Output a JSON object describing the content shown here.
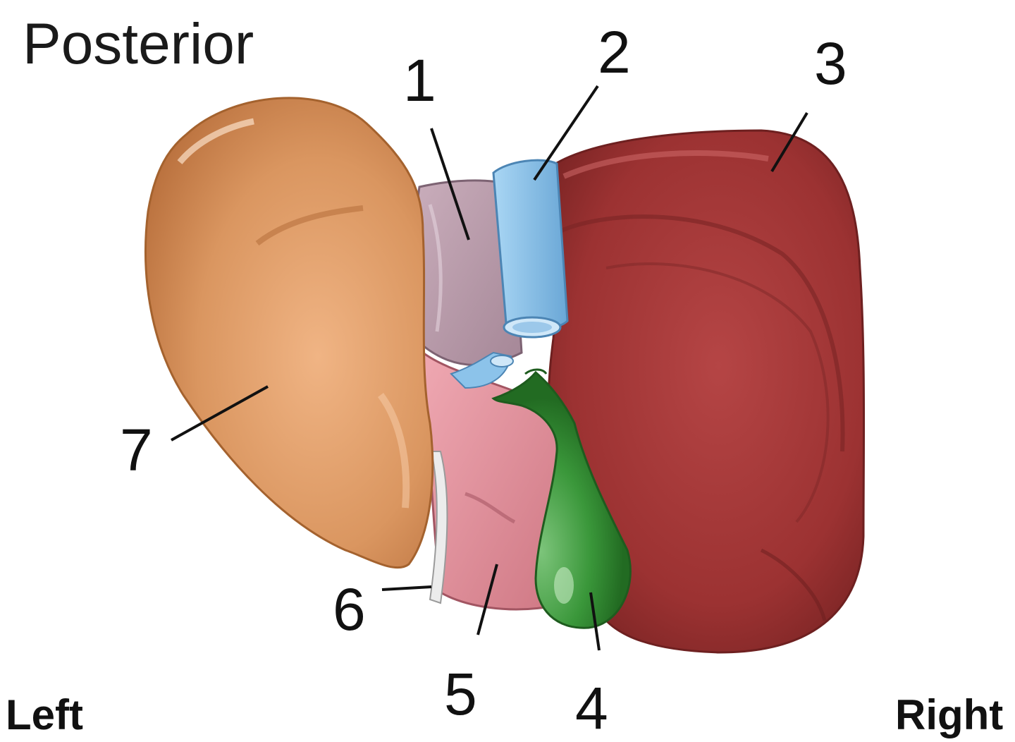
{
  "view_label": "Posterior",
  "orientation": {
    "left": "Left",
    "right": "Right"
  },
  "callouts": [
    "1",
    "2",
    "3",
    "4",
    "5",
    "6",
    "7"
  ],
  "colors": {
    "spigelian_lobe": "#b89aa8",
    "inferior_vena_cava": "#8cc3ea",
    "right_lobe": "#a83838",
    "gallbladder": "#3d9b3d",
    "quadrate_lobe": "#dc8c98",
    "ligament": "#e8e8e8",
    "left_lobe": "#d99560"
  }
}
